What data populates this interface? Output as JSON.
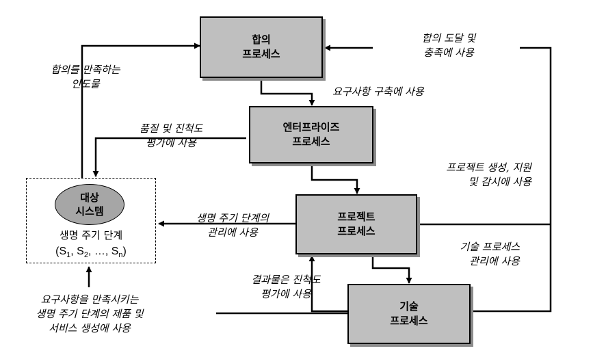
{
  "boxes": {
    "agreement": [
      "합의",
      "프로세스"
    ],
    "enterprise": [
      "엔터프라이즈",
      "프로세스"
    ],
    "project": [
      "프로젝트",
      "프로세스"
    ],
    "technical": [
      "기술",
      "프로세스"
    ]
  },
  "target_system": {
    "title": [
      "대상",
      "시스템"
    ],
    "lifecycle_label": "생명 주기 단계",
    "stages_prefix": "(S",
    "stages": [
      {
        "sub": "1",
        "sep": ", S"
      },
      {
        "sub": "2",
        "sep": ", …, S"
      },
      {
        "sub": "n",
        "sep": ")"
      }
    ]
  },
  "notes": {
    "agreement_use": [
      "합의 도달 및",
      "충족에 사용"
    ],
    "agreement_output": [
      "합의를 만족하는",
      "인도물"
    ],
    "requirements_build": [
      "요구사항 구축에 사용"
    ],
    "quality_eval": [
      "품질 및 진척도",
      "평가에 사용"
    ],
    "project_support": [
      "프로젝트 생성, 지원",
      "및 감시에 사용"
    ],
    "lifecycle_mgmt": [
      "생명 주기 단계의",
      "관리에 사용"
    ],
    "technical_mgmt": [
      "기술 프로세스",
      "관리에 사용"
    ],
    "results_eval": [
      "결과물은 진척도",
      "평가에 사용"
    ],
    "products_services": [
      "요구사항을 만족시키는",
      "생명 주기 단계의 제품 및",
      "서비스 생성에 사용"
    ]
  }
}
